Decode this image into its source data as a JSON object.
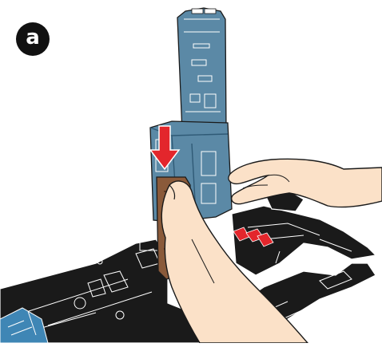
{
  "step": {
    "label": "a"
  },
  "icons": {
    "arrow": "red-down-arrow-icon",
    "cartridge": "cartridge-module",
    "hands": "hands-illustration"
  },
  "colors": {
    "cartridge_blue": "#5b89a6",
    "cartridge_blue_dark": "#2f5a76",
    "arrow_red": "#e3262c",
    "skin": "#fbe1c8",
    "body_black": "#1a1a1a",
    "insert_brown": "#8a5a3a",
    "floor_blue": "#3f86b5"
  }
}
